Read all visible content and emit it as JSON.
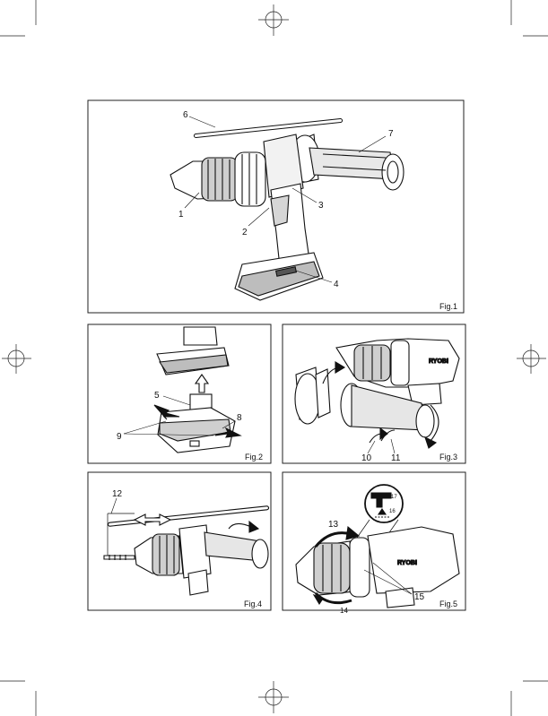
{
  "fig1": {
    "caption": "Fig.1",
    "labels": [
      "1",
      "2",
      "3",
      "4",
      "6",
      "7"
    ]
  },
  "fig2": {
    "caption": "Fig.2",
    "labels": [
      "5",
      "8",
      "9"
    ]
  },
  "fig3": {
    "caption": "Fig.3",
    "labels": [
      "10",
      "11"
    ],
    "brand": "RYOBI"
  },
  "fig4": {
    "caption": "Fig.4",
    "labels": [
      "12"
    ]
  },
  "fig5": {
    "caption": "Fig.5",
    "labels": [
      "13",
      "14",
      "15",
      "16",
      "17"
    ],
    "brand": "RYOBI"
  }
}
